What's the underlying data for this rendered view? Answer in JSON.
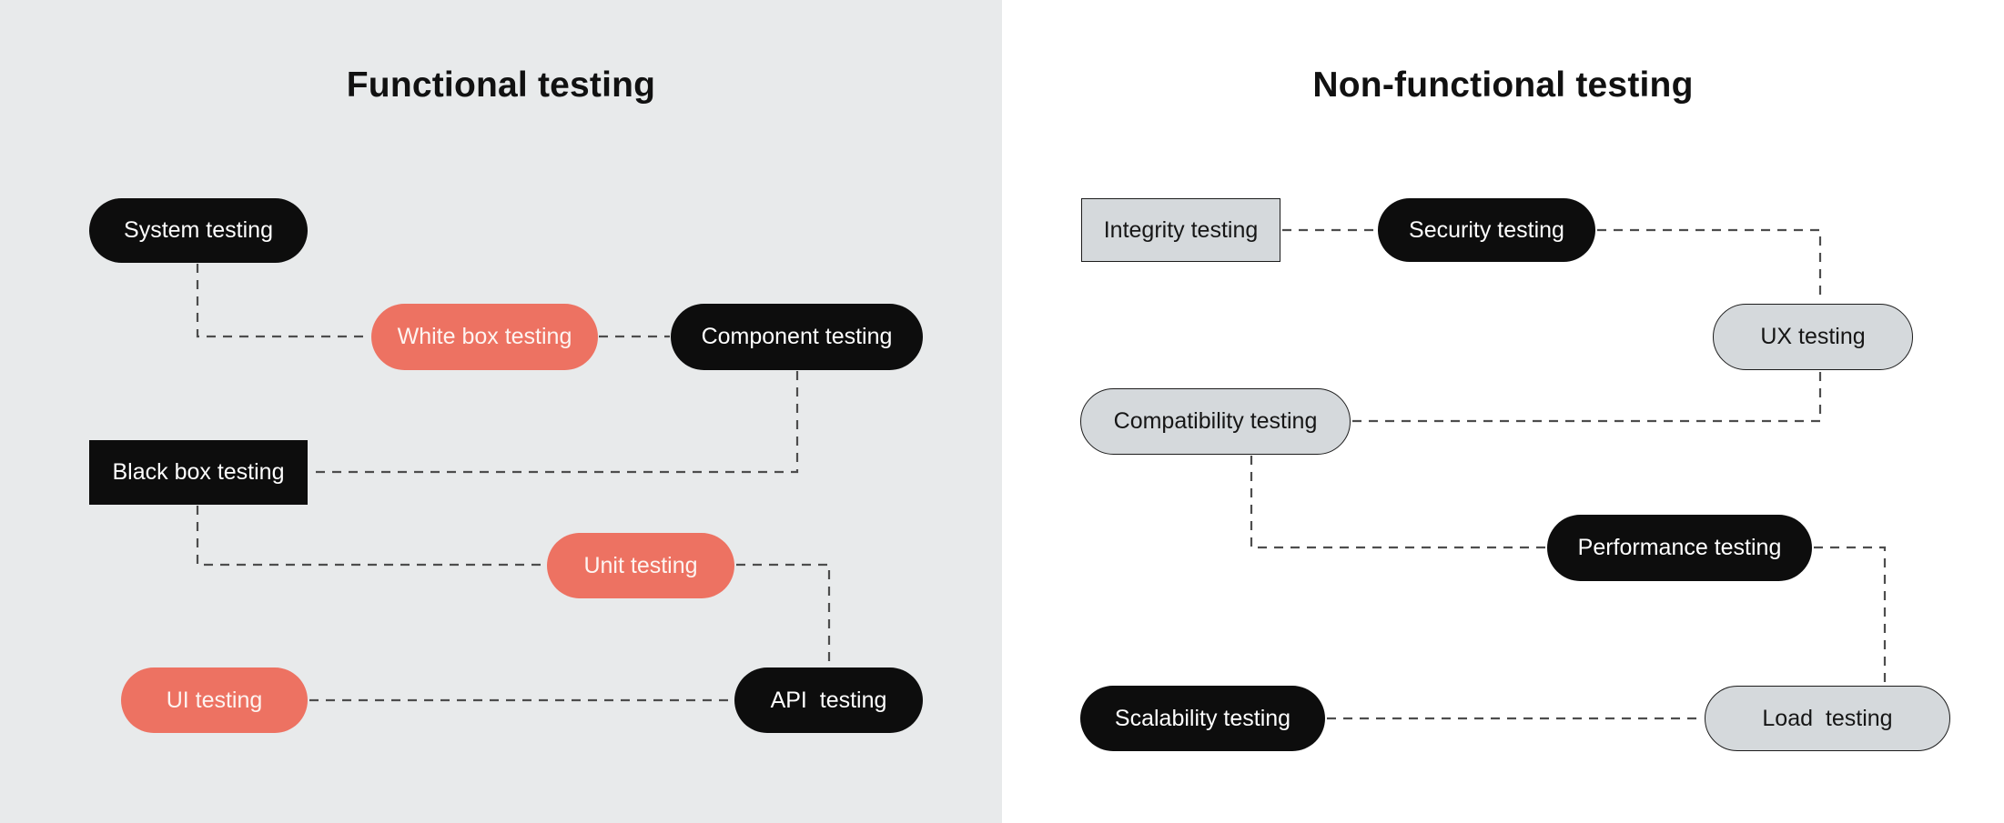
{
  "functional": {
    "title": "Functional testing",
    "nodes": [
      {
        "id": "system-testing",
        "label": "System testing",
        "variant": "black-pill"
      },
      {
        "id": "white-box-testing",
        "label": "White box testing",
        "variant": "salmon-pill"
      },
      {
        "id": "component-testing",
        "label": "Component testing",
        "variant": "black-pill"
      },
      {
        "id": "black-box-testing",
        "label": "Black box testing",
        "variant": "black-rect"
      },
      {
        "id": "unit-testing",
        "label": "Unit testing",
        "variant": "salmon-pill"
      },
      {
        "id": "ui-testing",
        "label": "UI testing",
        "variant": "salmon-pill"
      },
      {
        "id": "api-testing",
        "label": "API  testing",
        "variant": "black-pill"
      }
    ]
  },
  "non_functional": {
    "title": "Non-functional testing",
    "nodes": [
      {
        "id": "integrity-testing",
        "label": "Integrity testing",
        "variant": "gray-rect"
      },
      {
        "id": "security-testing",
        "label": "Security testing",
        "variant": "black-pill"
      },
      {
        "id": "ux-testing",
        "label": "UX testing",
        "variant": "gray-pill"
      },
      {
        "id": "compatibility-testing",
        "label": "Compatibility testing",
        "variant": "gray-pill"
      },
      {
        "id": "performance-testing",
        "label": "Performance testing",
        "variant": "black-pill"
      },
      {
        "id": "scalability-testing",
        "label": "Scalability testing",
        "variant": "black-pill"
      },
      {
        "id": "load-testing",
        "label": "Load  testing",
        "variant": "gray-pill"
      }
    ]
  },
  "colors": {
    "left_background": "#E8EAEB",
    "right_background": "#FFFFFF",
    "salmon": "#ED7262",
    "node_black": "#0D0D0D",
    "node_gray_fill": "#D5D9DC",
    "node_gray_border": "#1C1C1C",
    "connector": "#4D4D4D",
    "title_text": "#111111"
  }
}
